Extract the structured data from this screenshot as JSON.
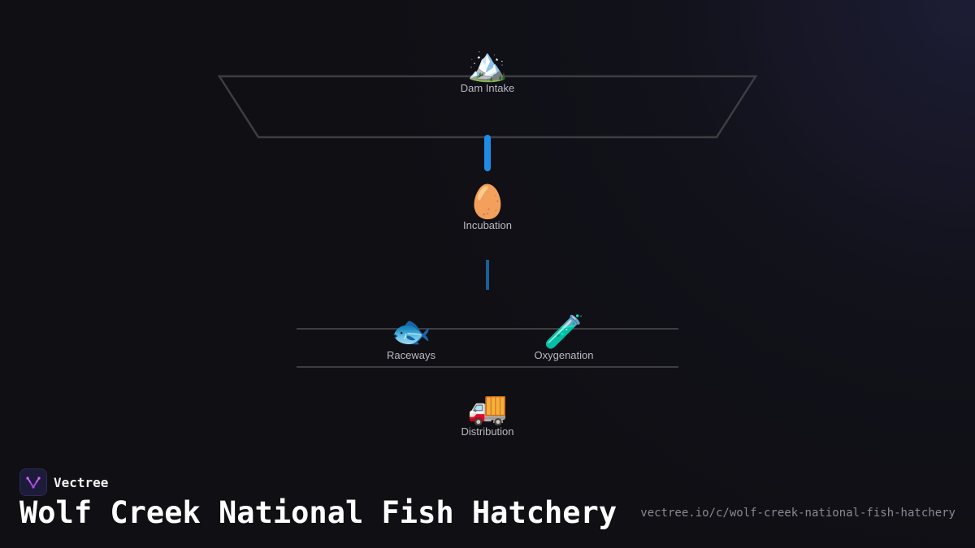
{
  "diagram": {
    "nodes": [
      {
        "id": "dam-intake",
        "glyph": "🏔️",
        "icon": "mountain-icon",
        "label": "Dam Intake"
      },
      {
        "id": "incubation",
        "glyph": "🥚",
        "icon": "egg-icon",
        "label": "Incubation"
      },
      {
        "id": "raceways",
        "glyph": "🐟",
        "icon": "fish-icon",
        "label": "Raceways"
      },
      {
        "id": "oxygenation",
        "glyph": "🧪",
        "icon": "test-tube-icon",
        "label": "Oxygenation"
      },
      {
        "id": "distribution",
        "glyph": "🚚",
        "icon": "truck-icon",
        "label": "Distribution"
      }
    ],
    "colors": {
      "background": "#0f0f14",
      "outline": "#3d3d42",
      "connector_primary": "#1e8ce6",
      "connector_secondary": "#1c5f96",
      "label": "#b9b9c2"
    }
  },
  "footer": {
    "brand": "Vectree",
    "title": "Wolf Creek National Fish Hatchery",
    "url": "vectree.io/c/wolf-creek-national-fish-hatchery"
  }
}
